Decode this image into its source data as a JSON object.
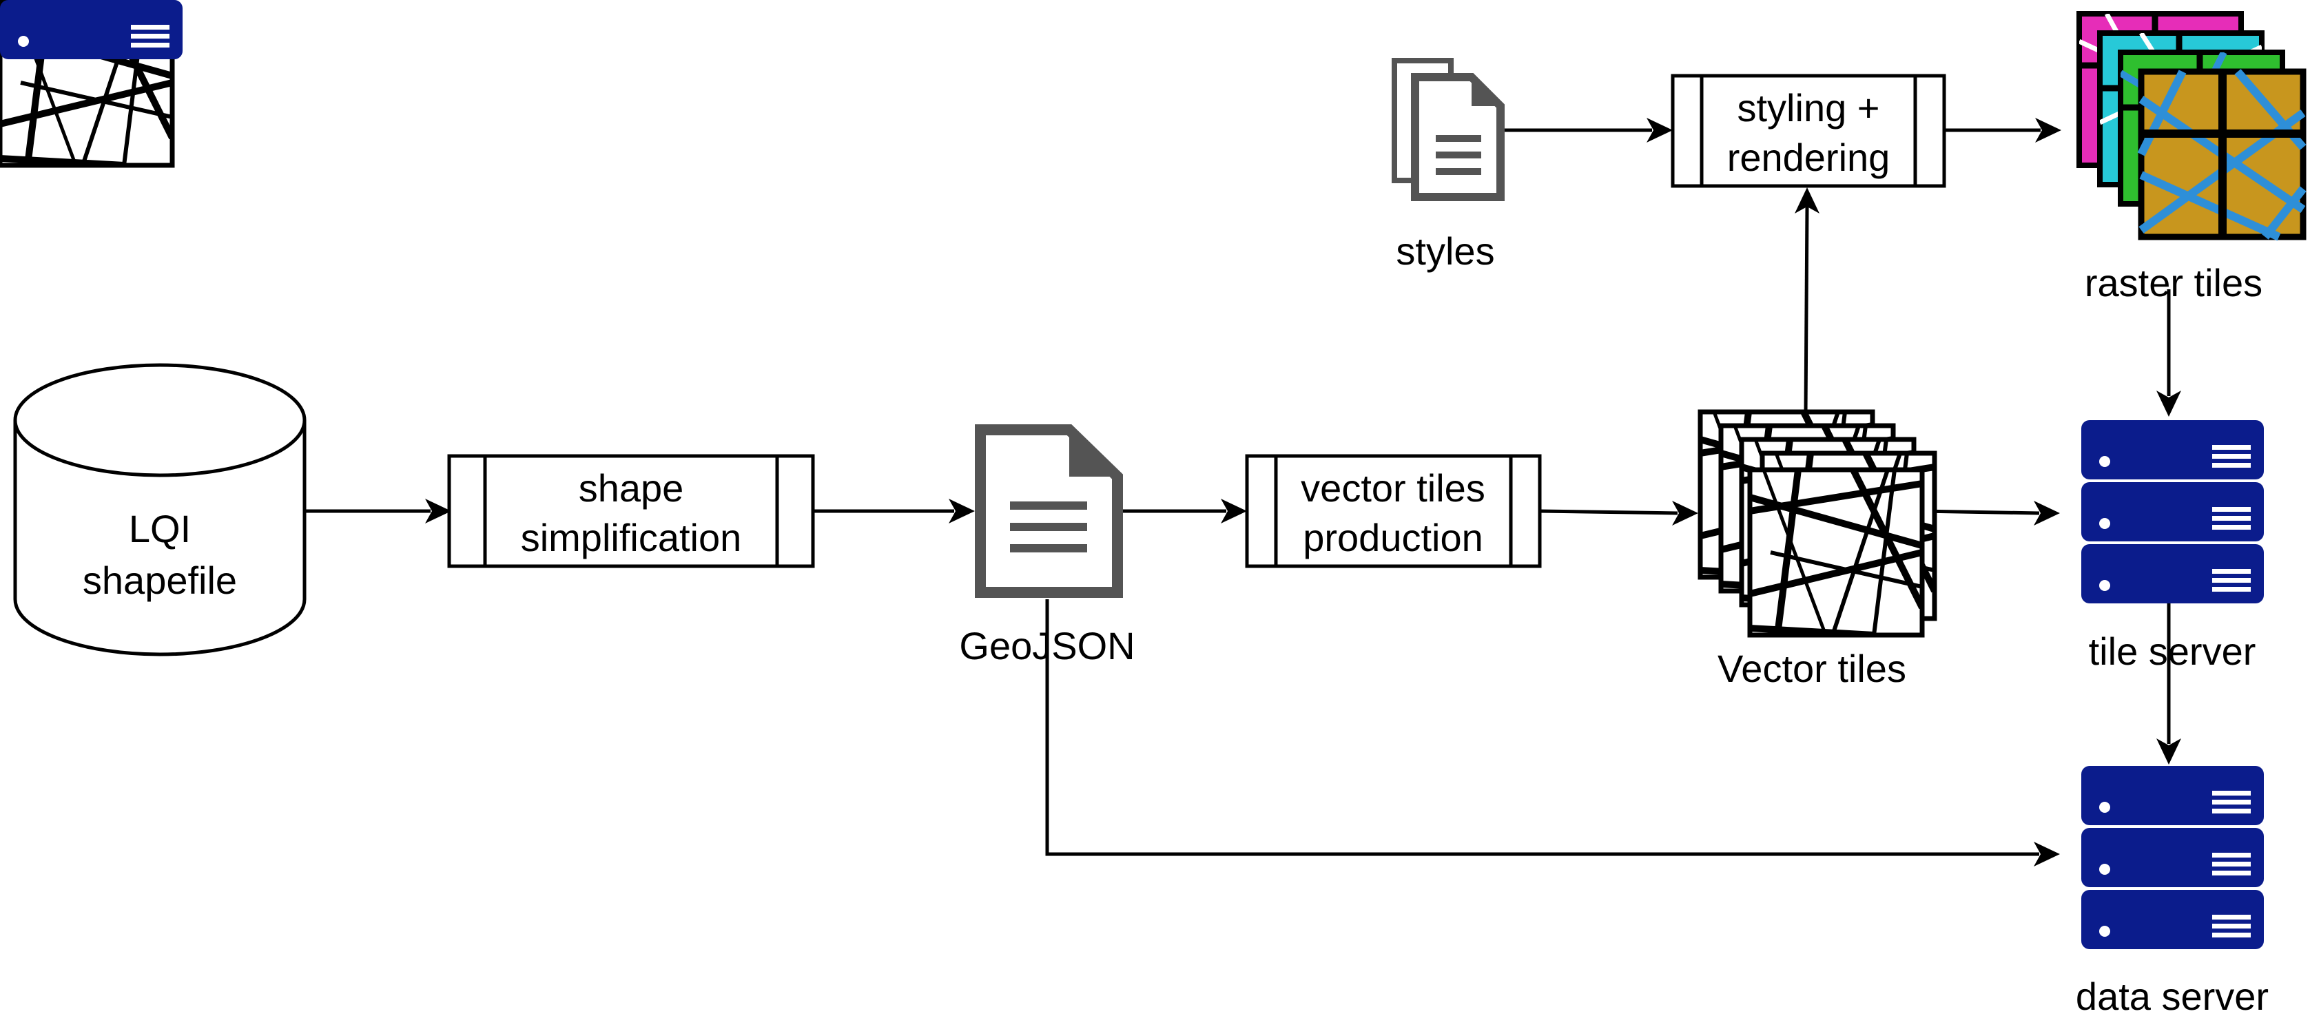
{
  "nodes": {
    "lqi": {
      "line1": "LQI",
      "line2": "shapefile"
    },
    "shape": {
      "line1": "shape",
      "line2": "simplification"
    },
    "geojson": {
      "label": "GeoJSON"
    },
    "vectorprod": {
      "line1": "vector tiles",
      "line2": "production"
    },
    "vectortiles": {
      "label": "Vector tiles"
    },
    "styles": {
      "label": "styles"
    },
    "styling": {
      "line1": "styling +",
      "line2": "rendering"
    },
    "raster": {
      "label": "raster tiles"
    },
    "tileserver": {
      "label": "tile server"
    },
    "dataserver": {
      "label": "data server"
    }
  },
  "icons": {
    "document": "document-icon",
    "documents": "documents-icon",
    "database": "database-icon",
    "server": "server-icon",
    "vector_tiles": "vector-tiles-icon",
    "raster_tiles": "raster-tiles-icon"
  },
  "colors": {
    "server": "#0B1C8C",
    "document": "#545454",
    "raster_water": "#2E8FD8",
    "raster_land": "#C8961E",
    "raster_green": "#2FBF2F",
    "raster_cyan": "#27C9D8",
    "raster_magenta": "#E62DB8"
  }
}
